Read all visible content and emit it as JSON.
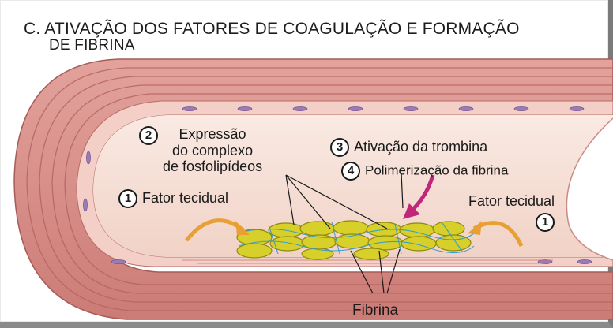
{
  "title": {
    "line1": "C. ATIVAÇÃO DOS FATORES DE COAGULAÇÃO E FORMAÇÃO",
    "line2": "DE FIBRINA"
  },
  "labels": {
    "step2": {
      "number": "2",
      "line1": "Expressão",
      "line2": "do complexo",
      "line3": "de fosfolipídeos"
    },
    "step3": {
      "number": "3",
      "text": "Ativação da trombina"
    },
    "step4": {
      "number": "4",
      "text": "Polimerização da fibrina"
    },
    "step1_left": {
      "number": "1",
      "text": "Fator tecidual"
    },
    "step1_right": {
      "number": "1",
      "text": "Fator tecidual"
    },
    "fibrin": "Fibrina"
  },
  "colors": {
    "vessel_wall": "#d98f8a",
    "vessel_lumen": "#f6e0d6",
    "endothelium": "#f3cfc8",
    "platelet": "#d7cf2a",
    "arrow_orange": "#e8a035",
    "arrow_magenta": "#c2267a",
    "fibrin_blue": "#2a9ad8"
  }
}
